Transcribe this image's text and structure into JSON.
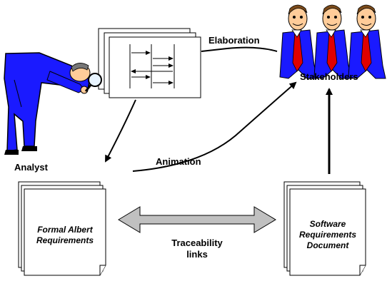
{
  "actors": {
    "analyst": "Analyst",
    "stakeholders": "Stakeholders"
  },
  "flows": {
    "elaboration": "Elaboration",
    "animation": "Animation",
    "traceability": [
      "Traceability",
      "links"
    ]
  },
  "documents": {
    "albert": [
      "Formal Albert",
      "Requirements"
    ],
    "software": [
      "Software",
      "Requirements",
      "Document"
    ]
  },
  "colors": {
    "suit": "#1a1aff",
    "skin": "#ffcc99",
    "tie": "#e00000",
    "hair": "#7a4a1a",
    "trace_arrow": "#c0c0c0"
  }
}
